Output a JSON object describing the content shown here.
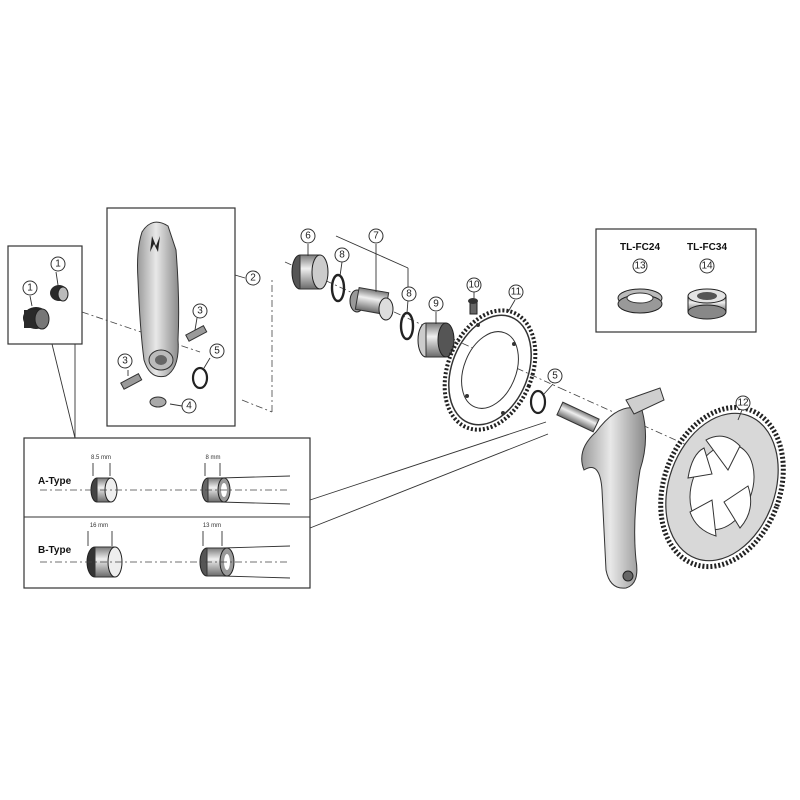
{
  "callouts": [
    "1",
    "1",
    "2",
    "3",
    "3",
    "4",
    "5",
    "6",
    "7",
    "8",
    "8",
    "9",
    "10",
    "11",
    "5",
    "12",
    "13",
    "14"
  ],
  "tools": {
    "tl_fc24": "TL-FC24",
    "tl_fc34": "TL-FC34"
  },
  "detail": {
    "a_type": {
      "label": "A-Type",
      "dim_left": "8.5 mm",
      "dim_right": "8 mm"
    },
    "b_type": {
      "label": "B-Type",
      "dim_left": "16 mm",
      "dim_right": "13 mm"
    }
  },
  "colors": {
    "line": "#333333",
    "metal_light": "#d6d6d6",
    "metal_dark": "#555555"
  }
}
